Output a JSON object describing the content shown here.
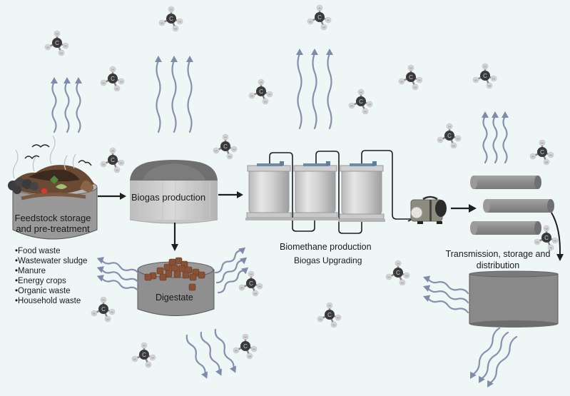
{
  "diagram": {
    "title": "Biogas and biomethane production process",
    "background_color": "#eef7f5",
    "stages": {
      "feedstock": {
        "label_line1": "Feedstock storage",
        "label_line2": "and pre-treatment",
        "inputs": [
          "•Food waste",
          "•Wastewater sludge",
          "•Manure",
          "•Energy crops",
          "•Organic waste",
          "•Household waste"
        ]
      },
      "biogas": {
        "label": "Biogas production"
      },
      "digestate": {
        "label": "Digestate"
      },
      "biomethane": {
        "label": "Biomethane production",
        "sublabel": "Biogas Upgrading"
      },
      "transmission": {
        "label_line1": "Transmission, storage and",
        "label_line2": "distribution"
      }
    },
    "icons": {
      "molecule": "methane-molecule-icon",
      "molecule_center_atom": "C",
      "molecule_outer_atom": "H",
      "emission": "rising-gas-arrows-icon"
    },
    "colors": {
      "arrow": "#1f1f1f",
      "gas_wave": "#7f8bab",
      "tank_gray": "#8e8e8e",
      "carbon": "#3a3a3a",
      "hydrogen": "#d6d6d6"
    }
  }
}
